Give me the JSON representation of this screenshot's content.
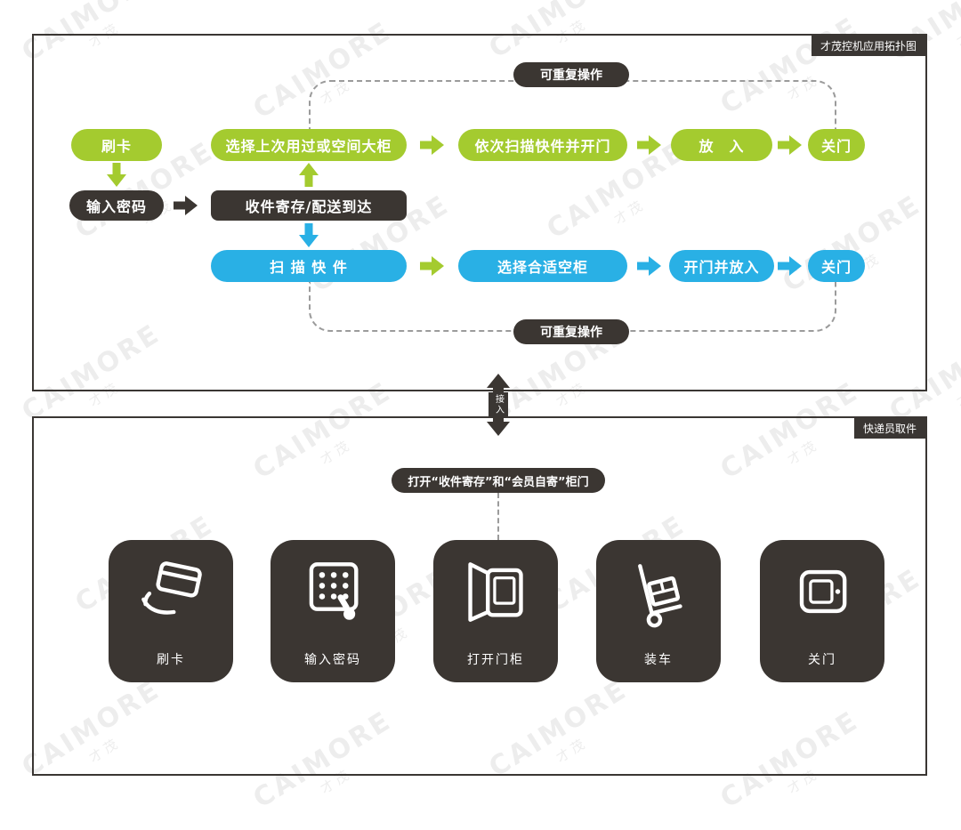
{
  "watermark": {
    "brand": "CAIMORE",
    "cn": "才茂"
  },
  "top_panel": {
    "corner_label": "才茂控机应用拓扑图",
    "repeat_top": "可重复操作",
    "repeat_bottom": "可重复操作",
    "nodes": {
      "swipe_card": "刷卡",
      "enter_password": "输入密码",
      "select_cabinet": "选择上次用过或空间大柜",
      "deposit": "收件寄存/配送到达",
      "scan_and_open": "依次扫描快件并开门",
      "put_in": "放　入",
      "close_door_1": "关门",
      "scan_parcel": "扫 描 快 件",
      "select_empty": "选择合适空柜",
      "open_and_put": "开门并放入",
      "close_door_2": "关门"
    }
  },
  "connector": {
    "label": "接入"
  },
  "bottom_panel": {
    "corner_label": "快递员取件",
    "instruction": "打开“收件寄存”和“会员自寄”柜门",
    "steps": [
      {
        "label": "刷卡",
        "icon": "card-swipe-icon"
      },
      {
        "label": "输入密码",
        "icon": "keypad-icon"
      },
      {
        "label": "打开门柜",
        "icon": "open-door-icon"
      },
      {
        "label": "装车",
        "icon": "trolley-icon"
      },
      {
        "label": "关门",
        "icon": "closed-door-icon"
      }
    ]
  },
  "colors": {
    "green": "#a4cb2f",
    "blue": "#29b0e5",
    "dark": "#3b3632"
  }
}
